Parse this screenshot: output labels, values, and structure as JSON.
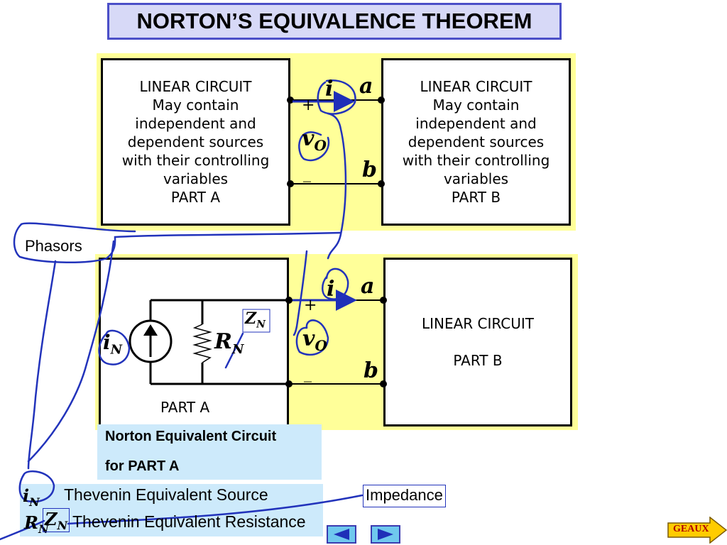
{
  "title": "NORTON’S EQUIVALENCE THEOREM",
  "top_circuit": {
    "part_a_lines": [
      "LINEAR CIRCUIT",
      "May contain",
      "independent and",
      "dependent sources",
      "with their controlling",
      "variables",
      "PART  A"
    ],
    "part_b_lines": [
      "LINEAR CIRCUIT",
      "May contain",
      "independent and",
      "dependent sources",
      "with their controlling",
      "variables",
      "PART  B"
    ],
    "current": "i",
    "terminal_a": "a",
    "terminal_b": "b",
    "voltage": "v",
    "voltage_sub": "O",
    "plus": "+",
    "minus": "_"
  },
  "bottom_circuit": {
    "part_a_label": "PART  A",
    "part_b_lines": [
      "LINEAR CIRCUIT",
      "PART  B"
    ],
    "source": "i",
    "source_sub": "N",
    "resistor": "R",
    "resistor_sub": "N",
    "impedance": "Z",
    "impedance_sub": "N",
    "current": "i",
    "terminal_a": "a",
    "terminal_b": "b",
    "voltage": "v",
    "voltage_sub": "O",
    "plus": "+",
    "minus": "_"
  },
  "caption": [
    "Norton Equivalent Circuit",
    "for PART  A"
  ],
  "legend": [
    {
      "symbol": "i",
      "sub": "N",
      "text": "Thevenin Equivalent Source"
    },
    {
      "symbol": "R",
      "sub": "N",
      "text": "Thevenin Equivalent Resistance"
    }
  ],
  "annotations": {
    "phasors": "Phasors",
    "impedance": "Impedance",
    "legend_z": "Z",
    "legend_z_sub": "N"
  },
  "nav": {
    "prev_icon": "triangle-left",
    "next_icon": "triangle-right"
  },
  "geaux_label": "GEAUX",
  "colors": {
    "title_border": "#4b4fc8",
    "title_fill": "#d7d9f7",
    "highlight": "#ffff99",
    "caption": "#cdeafb",
    "ink": "#2233bb",
    "arrow": "#1f2fb8"
  }
}
